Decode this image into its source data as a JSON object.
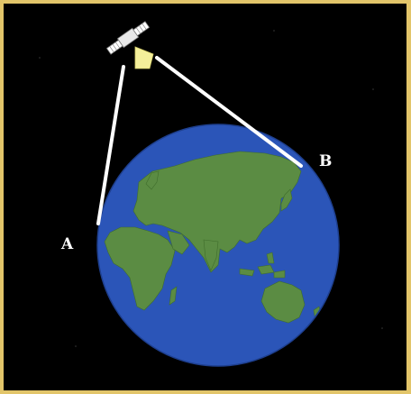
{
  "labels": {
    "point_a": "A",
    "point_b": "B"
  },
  "colors": {
    "frame": "#e2c56a",
    "space": "#000000",
    "ocean": "#2b55b8",
    "land": "#5b8c43",
    "beam": "#ffffff",
    "label": "#ffffff"
  },
  "icons": {
    "satellite": "satellite-icon",
    "earth": "earth-globe"
  }
}
